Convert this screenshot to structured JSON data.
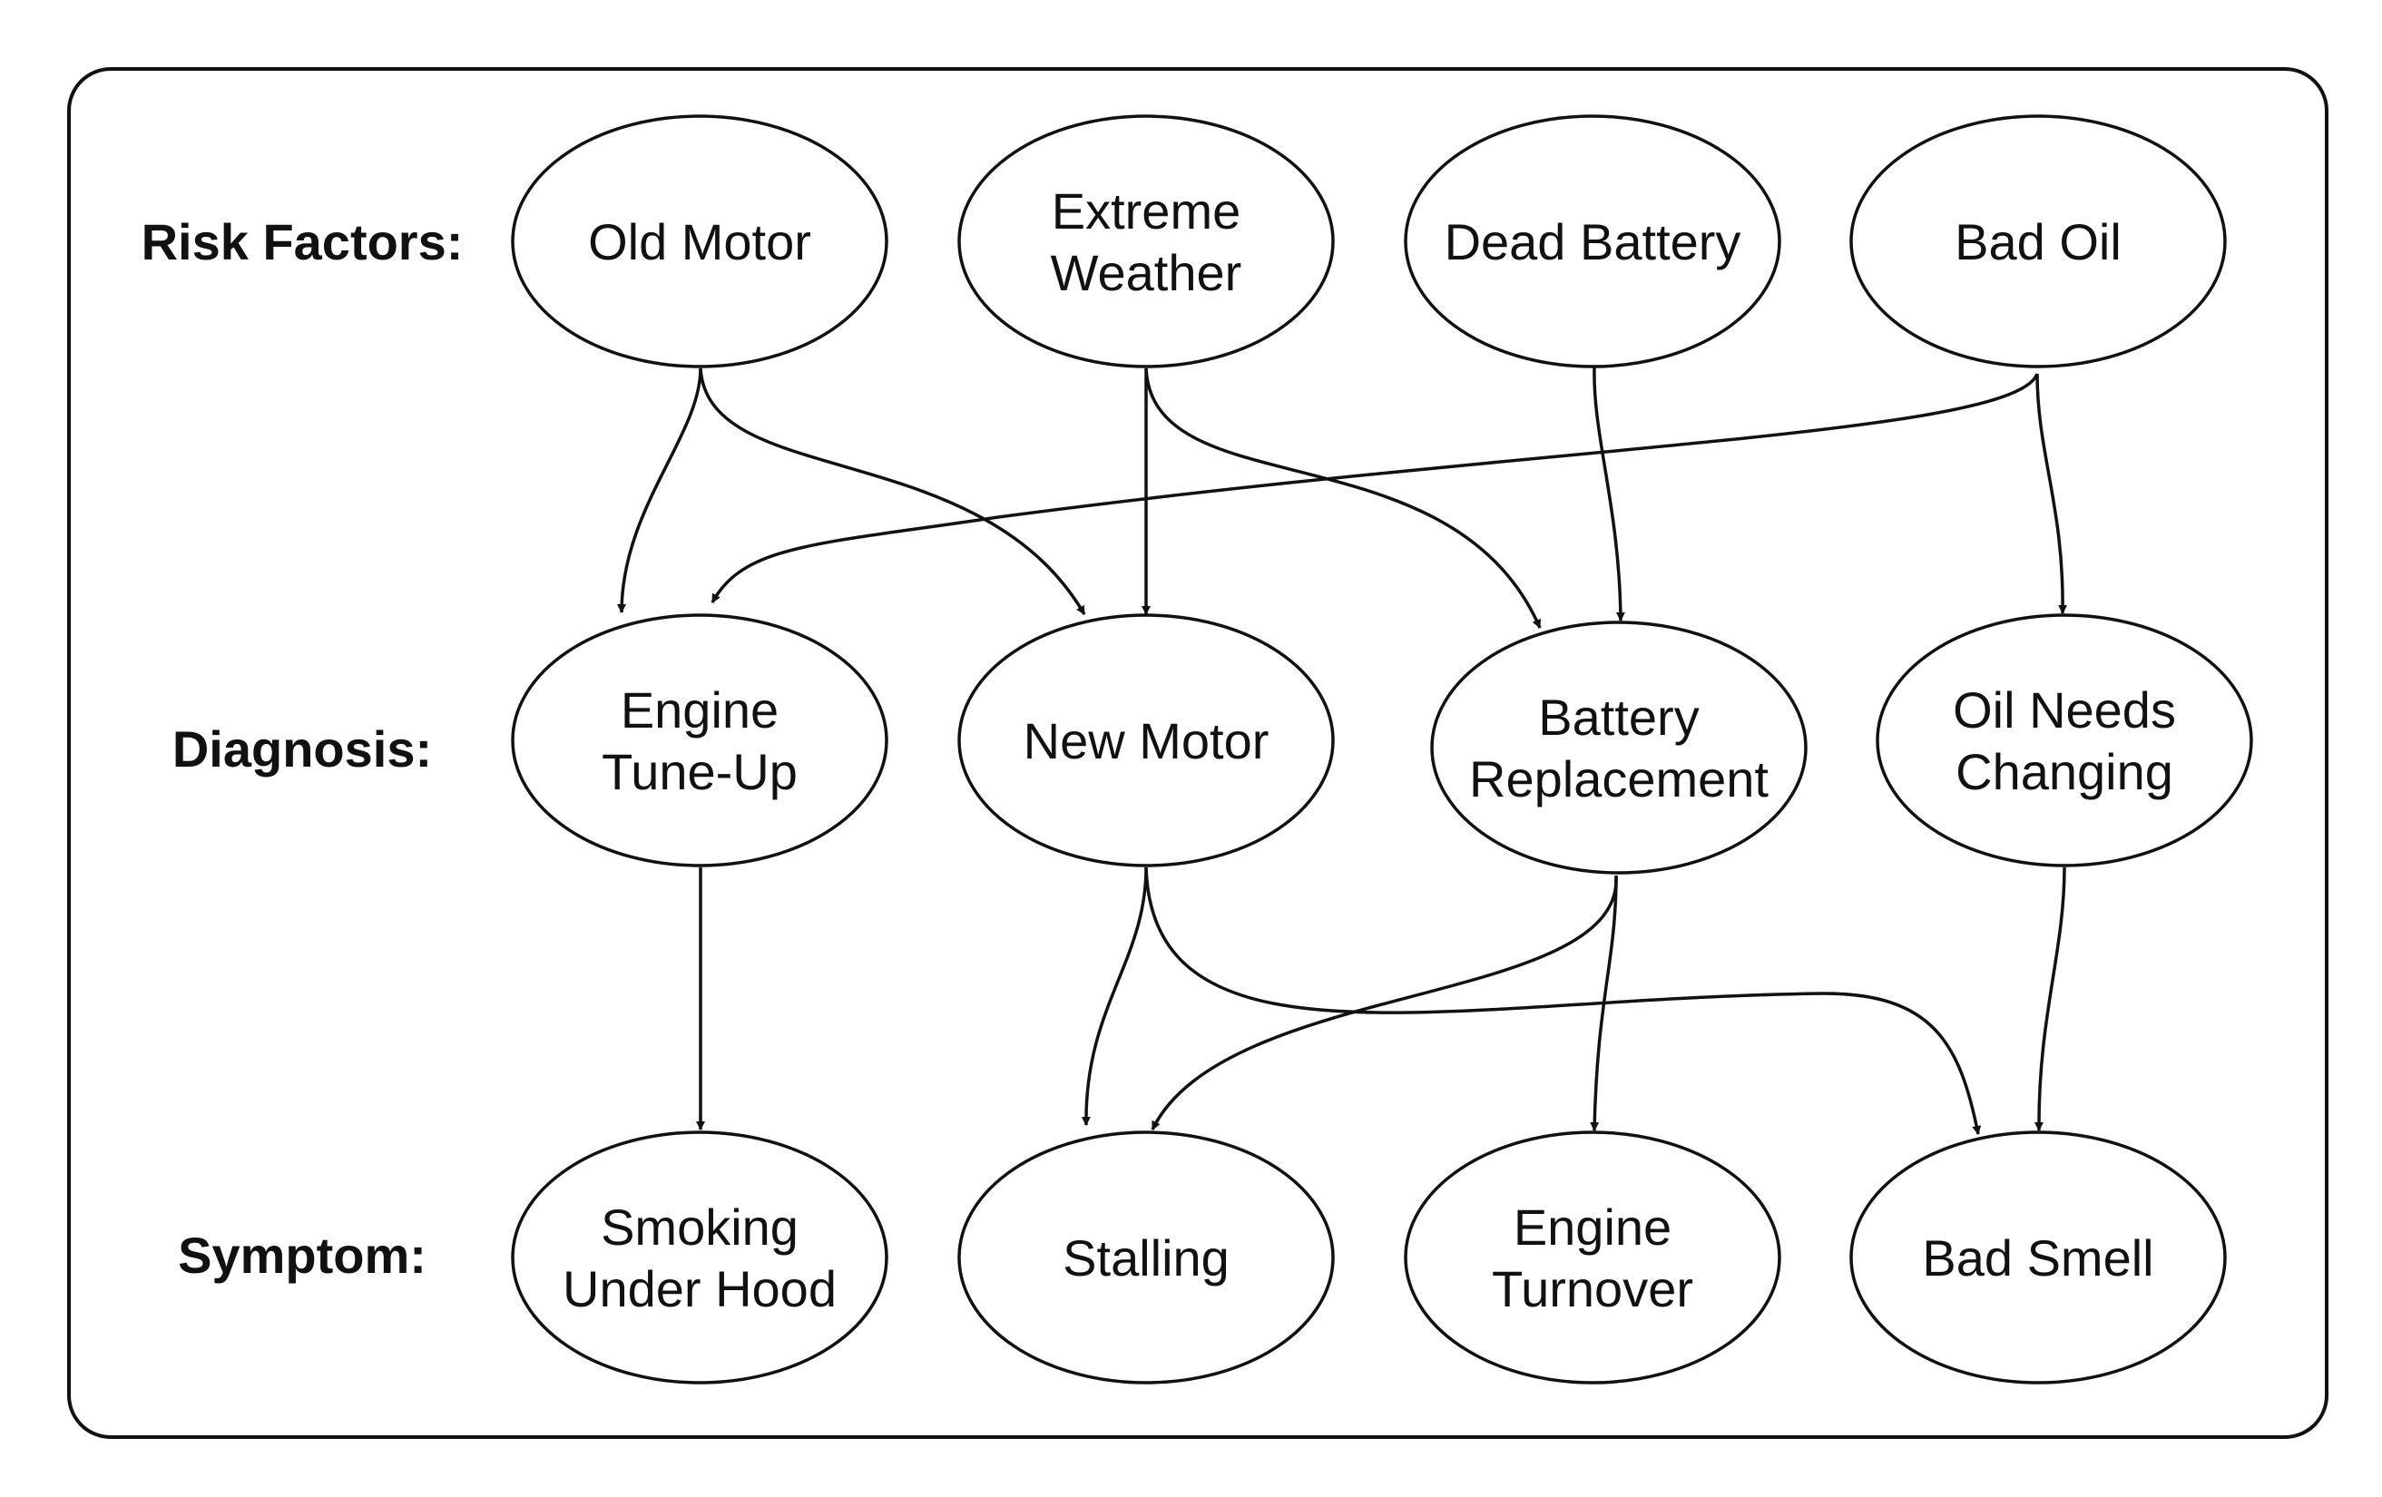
{
  "row_labels": {
    "risk": "Risk Factors:",
    "diagnosis": "Diagnosis:",
    "symptom": "Symptom:"
  },
  "nodes": {
    "old_motor": [
      "Old Motor"
    ],
    "extreme_weather": [
      "Extreme",
      "Weather"
    ],
    "dead_battery": [
      "Dead Battery"
    ],
    "bad_oil": [
      "Bad Oil"
    ],
    "engine_tune_up": [
      "Engine",
      "Tune-Up"
    ],
    "new_motor": [
      "New Motor"
    ],
    "battery_replacement": [
      "Battery",
      "Replacement"
    ],
    "oil_needs_changing": [
      "Oil Needs",
      "Changing"
    ],
    "smoking_under_hood": [
      "Smoking",
      "Under Hood"
    ],
    "stalling": [
      "Stalling"
    ],
    "engine_turnover": [
      "Engine",
      "Turnover"
    ],
    "bad_smell": [
      "Bad Smell"
    ]
  },
  "edges": [
    [
      "old_motor",
      "engine_tune_up"
    ],
    [
      "old_motor",
      "new_motor"
    ],
    [
      "extreme_weather",
      "new_motor"
    ],
    [
      "extreme_weather",
      "battery_replacement"
    ],
    [
      "dead_battery",
      "battery_replacement"
    ],
    [
      "bad_oil",
      "engine_tune_up"
    ],
    [
      "bad_oil",
      "oil_needs_changing"
    ],
    [
      "engine_tune_up",
      "smoking_under_hood"
    ],
    [
      "new_motor",
      "stalling"
    ],
    [
      "new_motor",
      "bad_smell"
    ],
    [
      "battery_replacement",
      "stalling"
    ],
    [
      "battery_replacement",
      "engine_turnover"
    ],
    [
      "oil_needs_changing",
      "bad_smell"
    ]
  ]
}
